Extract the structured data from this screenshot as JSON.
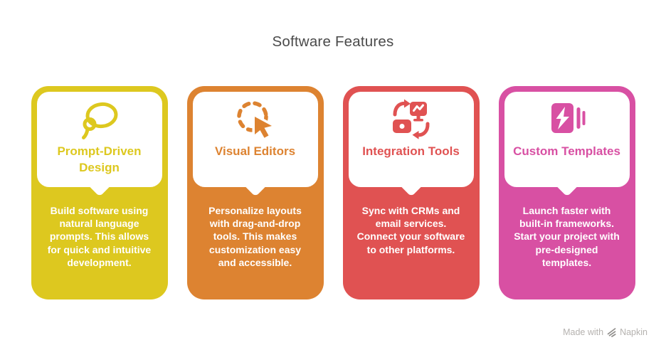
{
  "title": "Software Features",
  "title_color": "#4a4a4a",
  "cards": [
    {
      "id": "prompt-driven-design",
      "icon": "speech-bubble-icon",
      "title": "Prompt-Driven Design",
      "description": "Build software using natural language prompts. This allows for quick and intuitive development.",
      "color": "#ddc81f"
    },
    {
      "id": "visual-editors",
      "icon": "cursor-dashed-circle-icon",
      "title": "Visual Editors",
      "description": "Personalize layouts with drag-and-drop tools. This makes customization easy and accessible.",
      "color": "#dd8331"
    },
    {
      "id": "integration-tools",
      "icon": "sync-integration-icon",
      "title": "Integration Tools",
      "description": "Sync with CRMs and email services. Connect your software to other platforms.",
      "color": "#e05252"
    },
    {
      "id": "custom-templates",
      "icon": "template-book-icon",
      "title": "Custom Templates",
      "description": "Launch faster with built-in frameworks. Start your project with pre-designed templates.",
      "color": "#d850a3"
    }
  ],
  "footer": {
    "made_with": "Made with",
    "brand": "Napkin",
    "logo_icon": "napkin-logo-icon",
    "text_color": "#b5b2af"
  }
}
